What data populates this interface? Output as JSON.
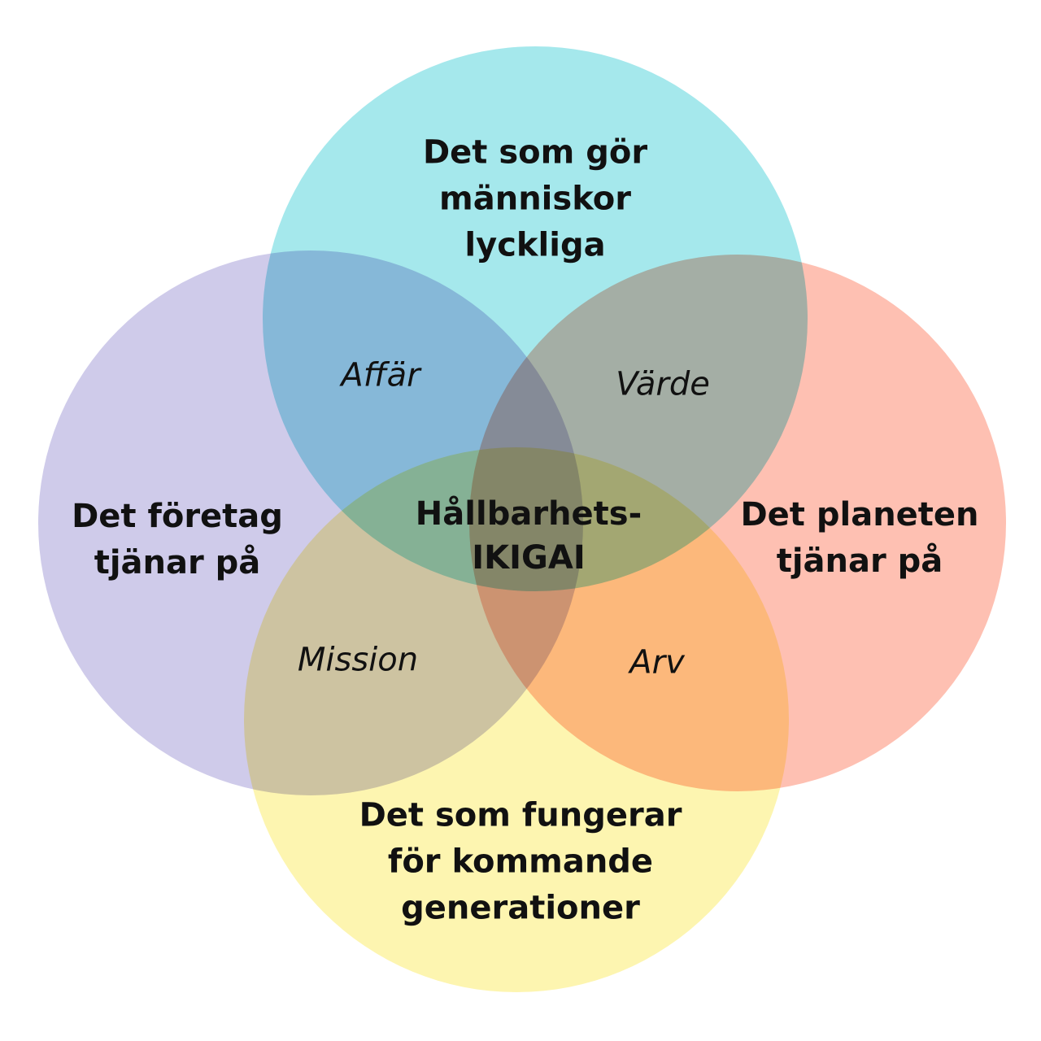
{
  "diagram": {
    "circles": [
      {
        "id": "happiness",
        "color": "#a5e8ec",
        "label_lines": [
          "Det som gör",
          "människor",
          "lyckliga"
        ]
      },
      {
        "id": "business",
        "color": "#cfcbea",
        "label_lines": [
          "Det företag",
          "tjänar på"
        ]
      },
      {
        "id": "planet",
        "color": "#fec0b2",
        "label_lines": [
          "Det planeten",
          "tjänar på"
        ]
      },
      {
        "id": "generations",
        "color": "#fdf5b0",
        "label_lines": [
          "Det som fungerar",
          "för kommande",
          "generationer"
        ]
      }
    ],
    "overlaps": {
      "affar": "Affär",
      "varde": "Värde",
      "mission": "Mission",
      "arv": "Arv"
    },
    "center": {
      "line1": "Hållbarhets-",
      "line2": "IKIGAI"
    }
  }
}
